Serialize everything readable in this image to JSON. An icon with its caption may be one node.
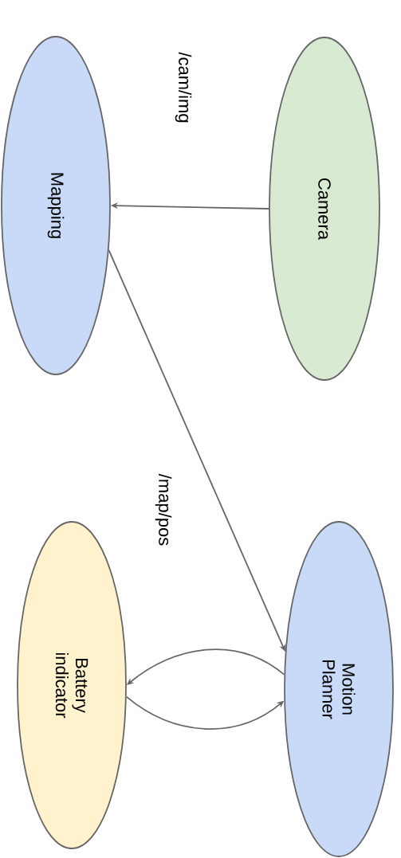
{
  "diagram": {
    "nodes": [
      {
        "text": [
          "Camera"
        ]
      },
      {
        "text": [
          "Mapping"
        ]
      },
      {
        "text": [
          "Motion Planner"
        ]
      },
      {
        "text": [
          "Battery indicator"
        ]
      }
    ],
    "edges": [
      {
        "from": 0,
        "to": 1,
        "arrow": "to",
        "label": "/cam/img"
      },
      {
        "from": 1,
        "to": 2,
        "arrow": "to",
        "label": "/map/pos"
      },
      {
        "from": 2,
        "to": 3,
        "arrow": "to"
      },
      {
        "from": 3,
        "to": 2,
        "arrow": "to"
      }
    ]
  }
}
